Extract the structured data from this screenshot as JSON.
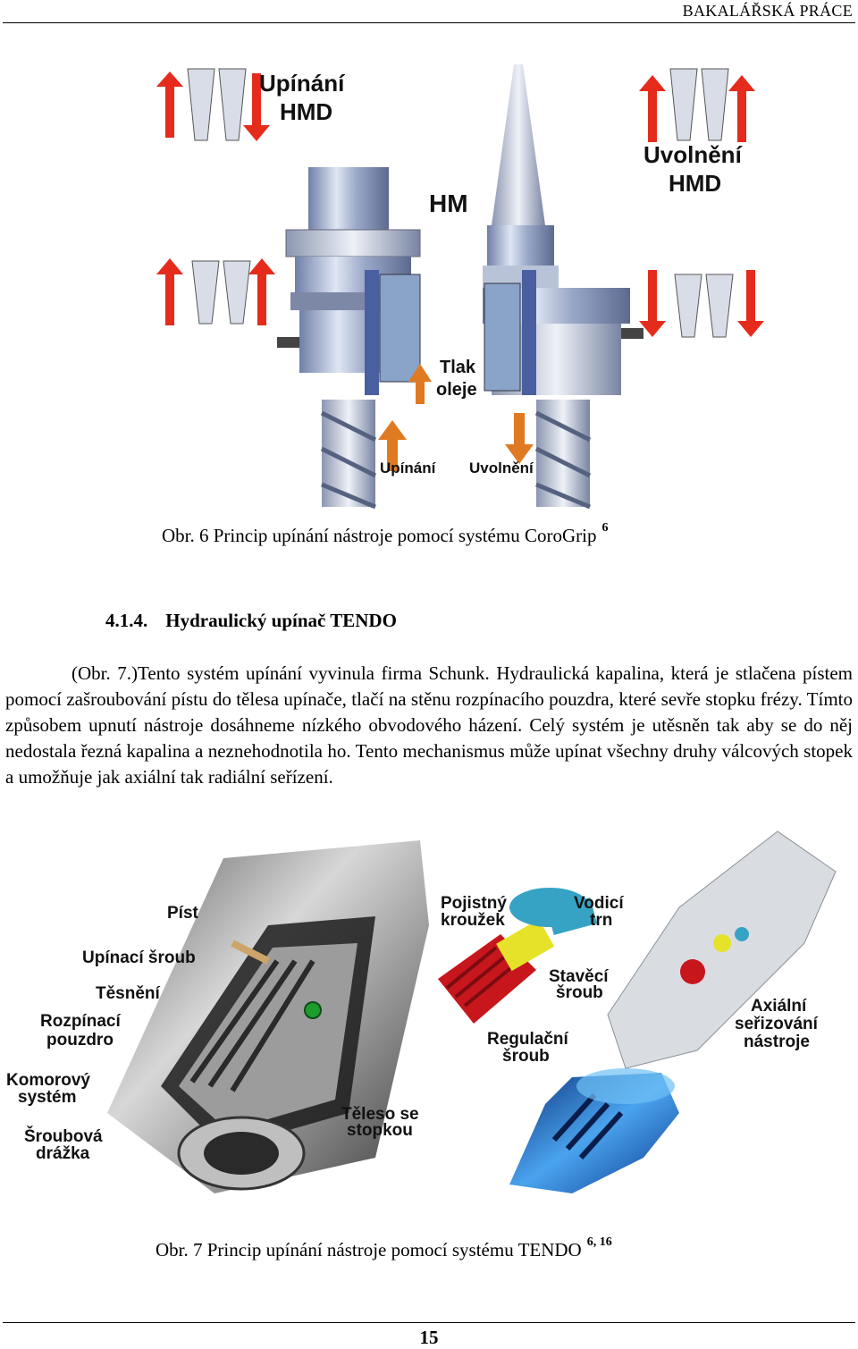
{
  "header": {
    "title": "BAKALÁŘSKÁ PRÁCE"
  },
  "figure1": {
    "labels": {
      "clamping_hmd": [
        "Upínání",
        "HMD"
      ],
      "release_hmd": [
        "Uvolnění",
        "HMD"
      ],
      "hm": "HM",
      "oil_pressure": [
        "Tlak",
        "oleje"
      ],
      "clamping": "Upínání",
      "release": "Uvolnění"
    },
    "caption": "Obr. 6 Princip upínání nástroje pomocí systému CoroGrip",
    "caption_ref": "6"
  },
  "section": {
    "number": "4.1.4.",
    "title": "Hydraulický upínač TENDO",
    "paragraph": "(Obr. 7.)Tento systém upínání vyvinula firma Schunk. Hydraulická kapalina, která je stlačena pístem pomocí zašroubování pístu do tělesa upínače, tlačí na stěnu rozpínacího pouzdra, které sevře stopku frézy. Tímto způsobem upnutí nástroje dosáhneme nízkého obvodového házení. Celý systém je utěsněn tak aby se do něj nedostala řezná kapalina a neznehodnotila ho. Tento mechanismus může upínat všechny druhy válcových stopek a umožňuje jak axiální tak radiální seřízení."
  },
  "figure2": {
    "labels": {
      "piston": "Píst",
      "clamping_screw": "Upínací šroub",
      "seal": "Těsnění",
      "expansion_sleeve": [
        "Rozpínací",
        "pouzdro"
      ],
      "chamber_system": [
        "Komorový",
        "systém"
      ],
      "screw_groove": [
        "Šroubová",
        "drážka"
      ],
      "shank_body": [
        "Těleso se",
        "stopkou"
      ],
      "locking_ring": [
        "Pojistný",
        "kroužek"
      ],
      "guide_pin": [
        "Vodicí",
        "trn"
      ],
      "adjusting_screw": [
        "Stavěcí",
        "šroub"
      ],
      "regulating_screw": [
        "Regulační",
        "šroub"
      ],
      "axial_adjustment": [
        "Axiální",
        "seřizování",
        "nástroje"
      ]
    },
    "caption": "Obr. 7 Princip upínání nástroje pomocí systému TENDO",
    "caption_ref": "6, 16"
  },
  "footer": {
    "page_number": "15"
  }
}
